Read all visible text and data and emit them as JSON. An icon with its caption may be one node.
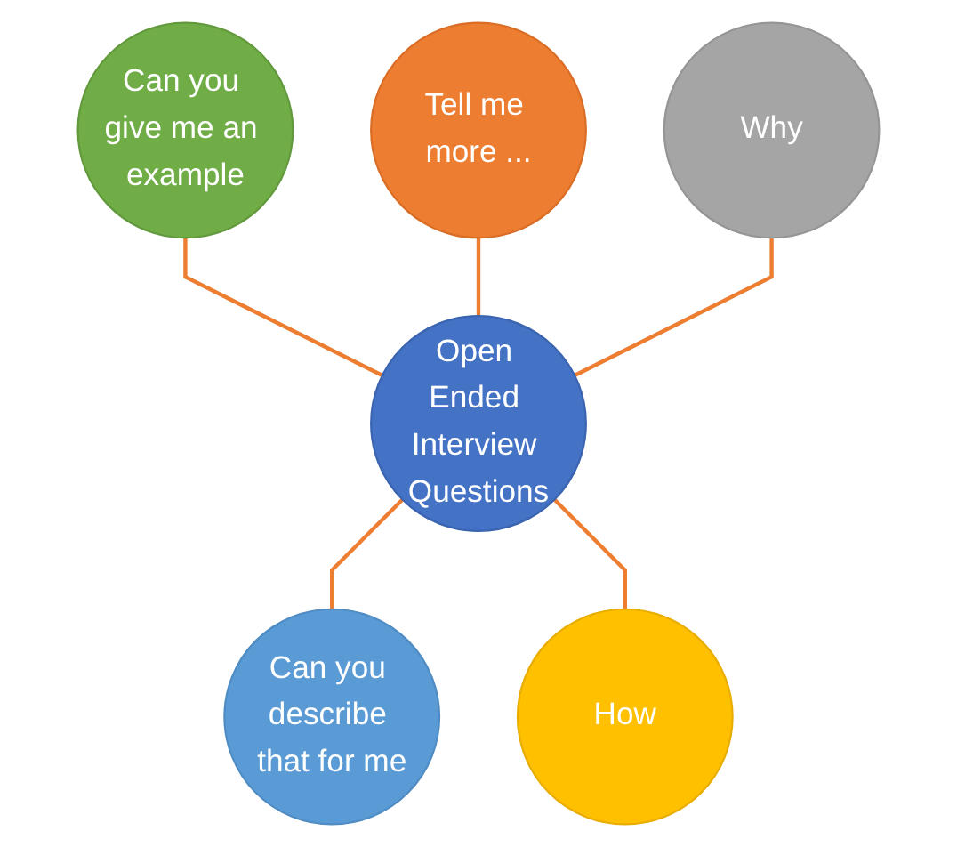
{
  "diagram": {
    "nodes": [
      {
        "text": [
          "Open Ended Interview Questions"
        ]
      },
      {
        "text": [
          "Tell me more ..."
        ]
      },
      {
        "text": [
          "Why"
        ]
      },
      {
        "text": [
          "How"
        ]
      },
      {
        "text": [
          "Can you describe that for me"
        ]
      },
      {
        "text": [
          "Can you give me an example"
        ]
      }
    ],
    "edges": [
      {
        "from": 5,
        "to": 0,
        "arrow": "none"
      },
      {
        "from": 1,
        "to": 0,
        "arrow": "none"
      },
      {
        "from": 2,
        "to": 0,
        "arrow": "none"
      },
      {
        "from": 0,
        "to": 4,
        "arrow": "none"
      },
      {
        "from": 0,
        "to": 3,
        "arrow": "none"
      }
    ]
  }
}
